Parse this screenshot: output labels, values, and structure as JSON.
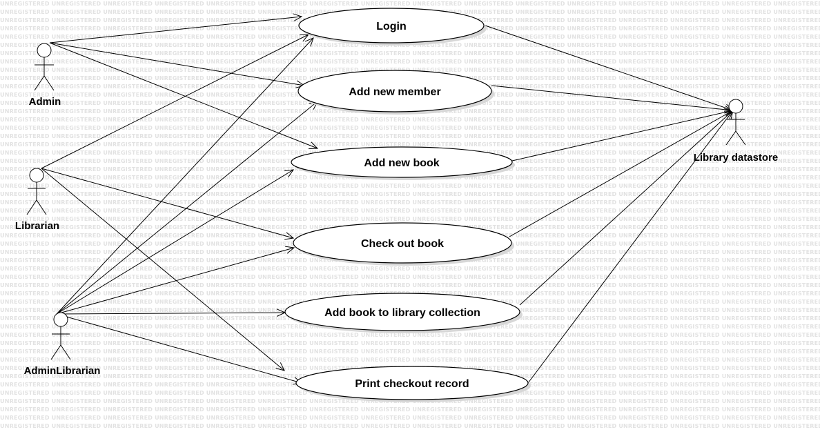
{
  "watermark_text": "UNREGISTERED",
  "actors": [
    {
      "id": "admin",
      "label": "Admin"
    },
    {
      "id": "librarian",
      "label": "Librarian"
    },
    {
      "id": "adminlibrarian",
      "label": "AdminLibrarian"
    },
    {
      "id": "datastore",
      "label": "Library datastore"
    }
  ],
  "use_cases": [
    {
      "id": "login",
      "label": "Login"
    },
    {
      "id": "add-member",
      "label": "Add new member"
    },
    {
      "id": "add-book",
      "label": "Add new book"
    },
    {
      "id": "checkout",
      "label": "Check out book"
    },
    {
      "id": "add-collection",
      "label": "Add book to library collection"
    },
    {
      "id": "print-record",
      "label": "Print checkout record"
    }
  ],
  "associations": [
    {
      "from": "admin",
      "to": "login"
    },
    {
      "from": "admin",
      "to": "add-member"
    },
    {
      "from": "admin",
      "to": "add-book"
    },
    {
      "from": "librarian",
      "to": "login"
    },
    {
      "from": "librarian",
      "to": "checkout"
    },
    {
      "from": "librarian",
      "to": "print-record"
    },
    {
      "from": "adminlibrarian",
      "to": "login"
    },
    {
      "from": "adminlibrarian",
      "to": "add-member"
    },
    {
      "from": "adminlibrarian",
      "to": "add-book"
    },
    {
      "from": "adminlibrarian",
      "to": "checkout"
    },
    {
      "from": "adminlibrarian",
      "to": "add-collection"
    },
    {
      "from": "adminlibrarian",
      "to": "print-record"
    },
    {
      "from": "login",
      "to": "datastore"
    },
    {
      "from": "add-member",
      "to": "datastore"
    },
    {
      "from": "add-book",
      "to": "datastore"
    },
    {
      "from": "checkout",
      "to": "datastore"
    },
    {
      "from": "add-collection",
      "to": "datastore"
    },
    {
      "from": "print-record",
      "to": "datastore"
    }
  ]
}
